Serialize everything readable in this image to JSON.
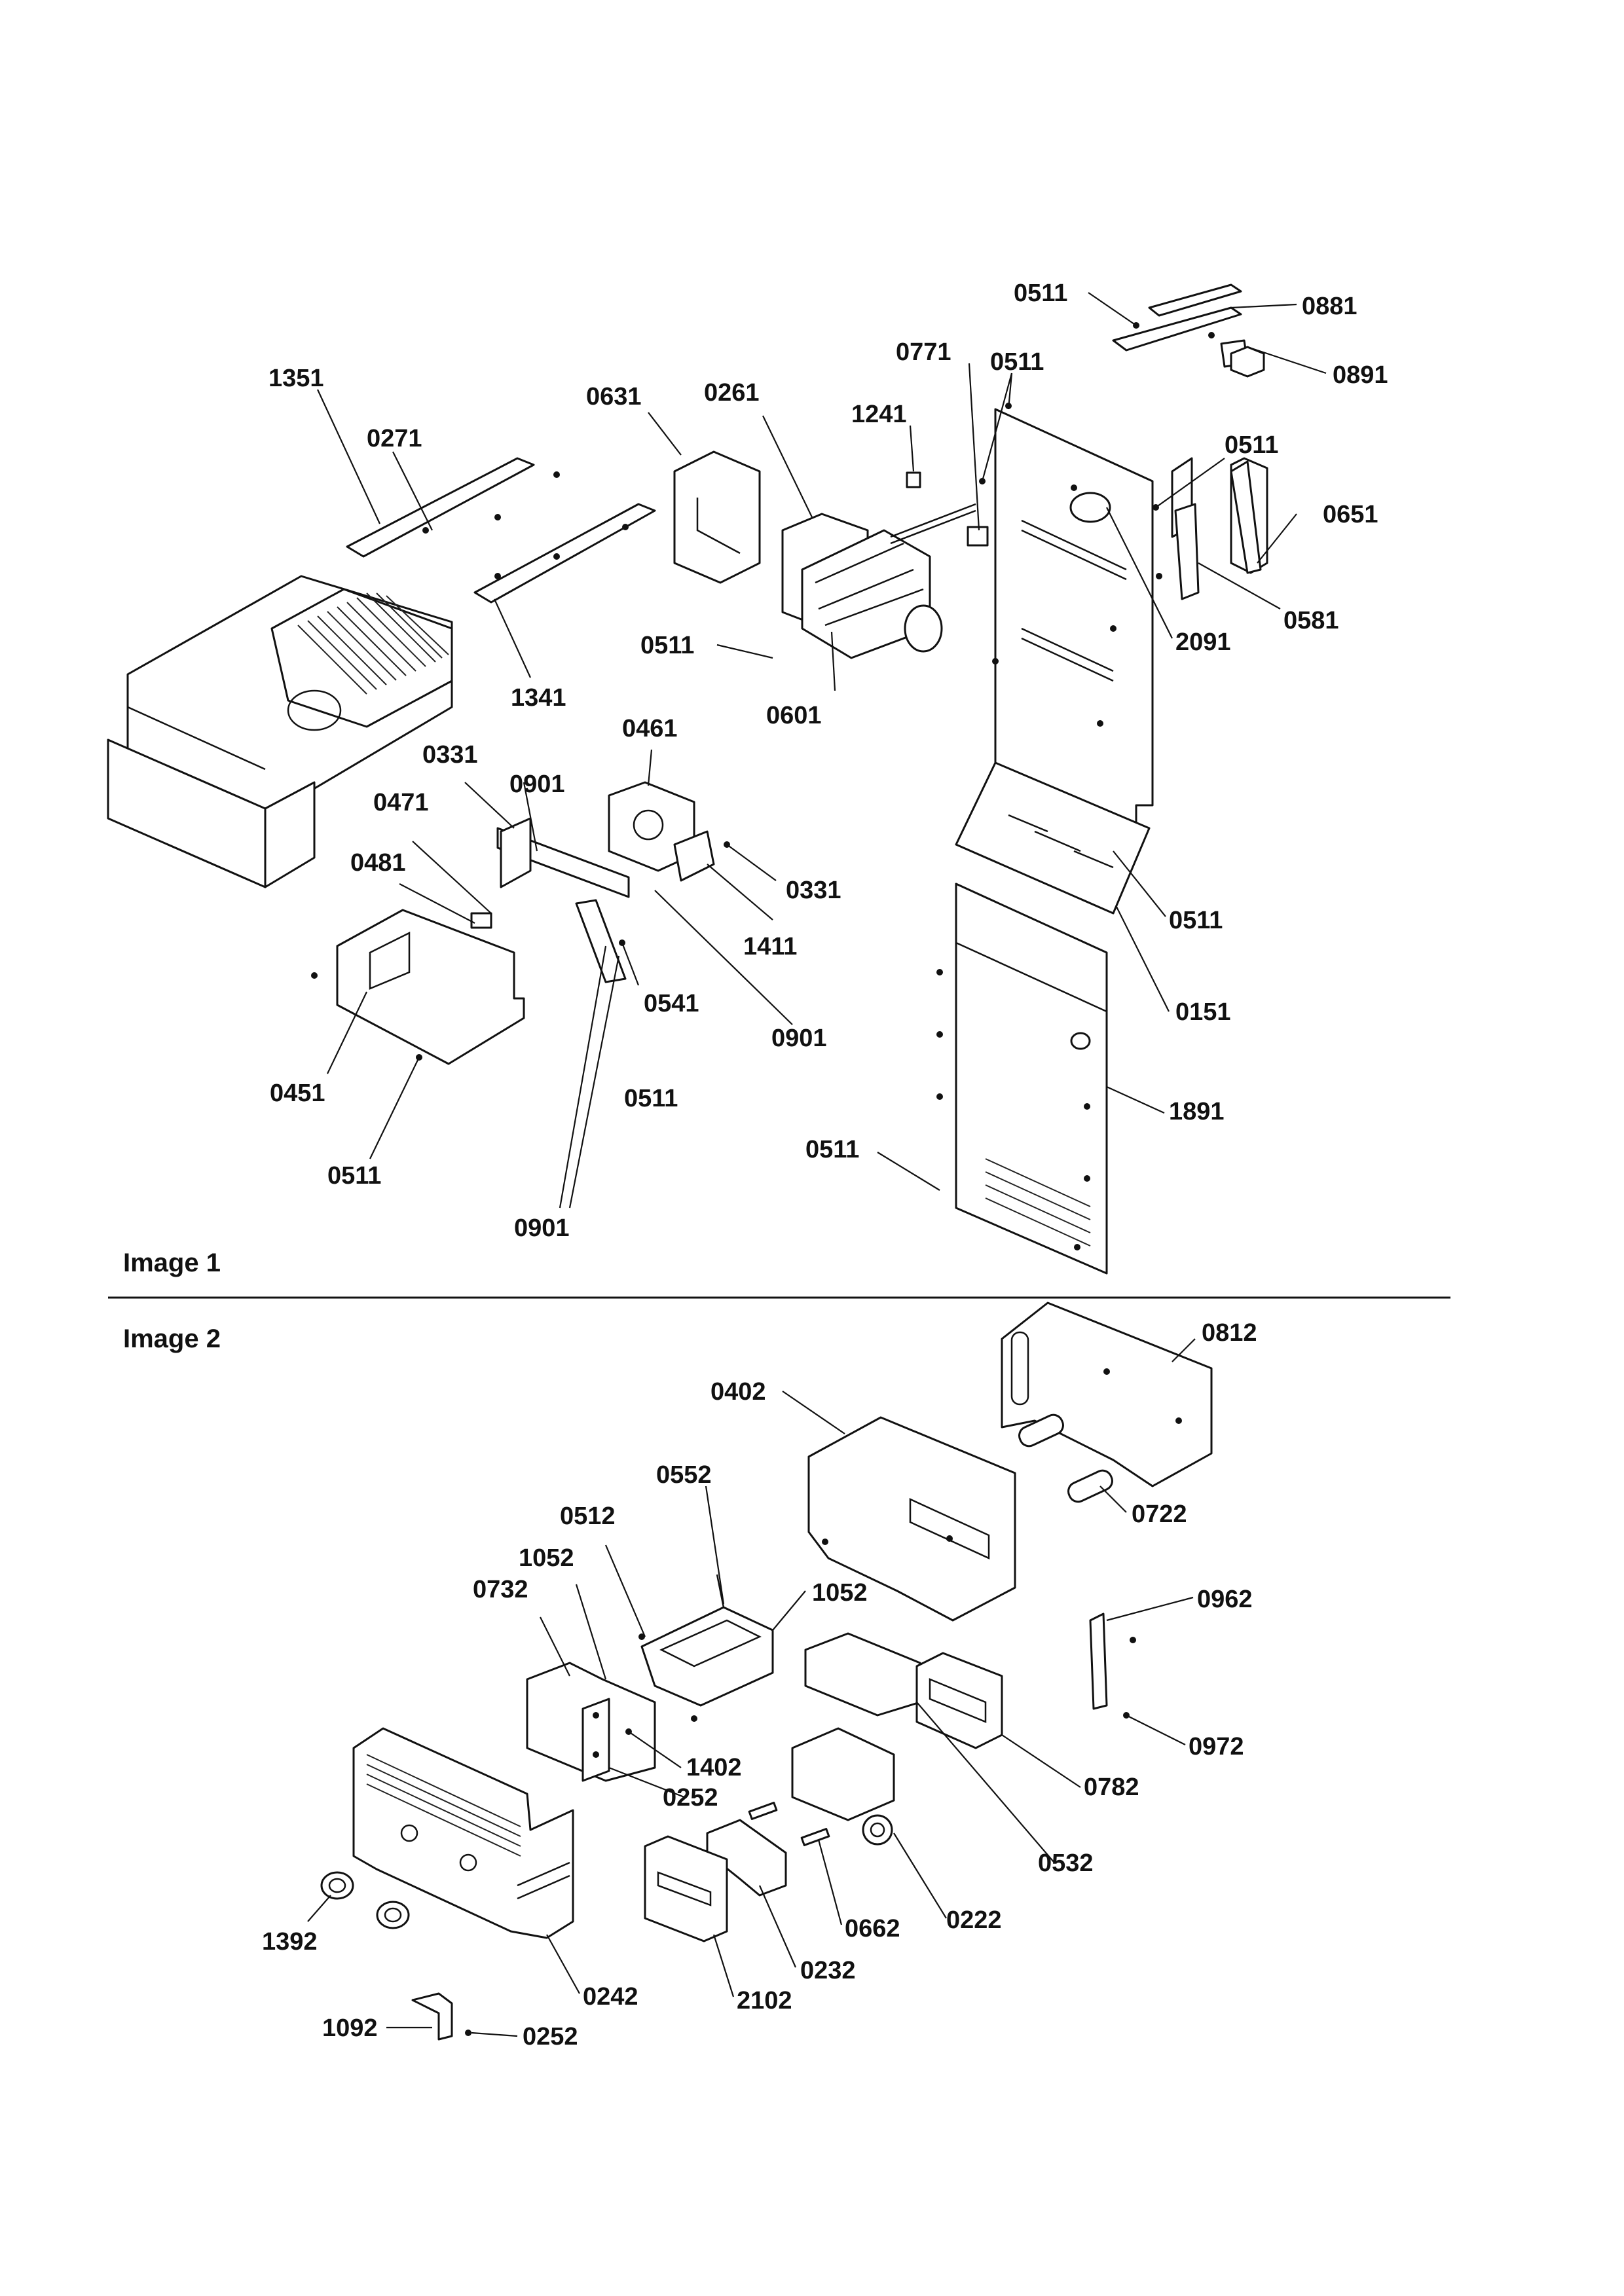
{
  "figure": {
    "panels": [
      {
        "caption": "Image 1"
      },
      {
        "caption": "Image 2"
      }
    ],
    "callouts": [
      "0511",
      "0881",
      "0771",
      "0511",
      "0891",
      "1351",
      "0271",
      "0631",
      "0261",
      "1241",
      "0511",
      "0651",
      "0581",
      "2091",
      "0511",
      "0601",
      "1341",
      "0461",
      "0331",
      "0901",
      "0471",
      "0481",
      "0331",
      "1411",
      "0511",
      "0541",
      "0901",
      "0151",
      "0451",
      "0511",
      "1891",
      "0511",
      "0511",
      "0901",
      "0812",
      "0402",
      "0552",
      "0722",
      "0512",
      "1052",
      "0732",
      "1052",
      "0962",
      "1402",
      "0252",
      "0972",
      "0782",
      "0532",
      "0222",
      "1392",
      "0662",
      "0232",
      "2102",
      "0242",
      "1092",
      "0252"
    ]
  }
}
